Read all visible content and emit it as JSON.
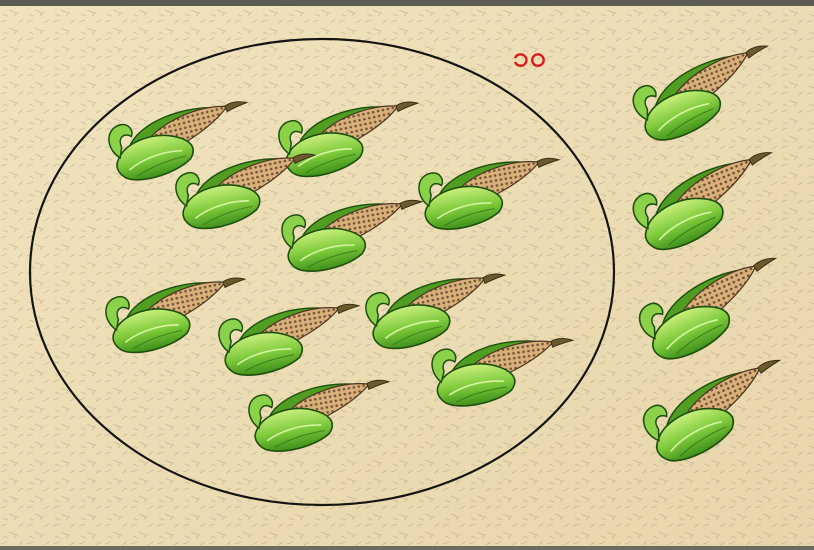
{
  "numeral": {
    "text": "၁၀"
  },
  "groups": [
    {
      "name": "circled-group",
      "count": 10
    },
    {
      "name": "outside-group",
      "count": 4
    }
  ],
  "colors": {
    "paper": "#eedfb7",
    "circle_stroke": "#151515",
    "numeral": "#e01818",
    "husk_light": "#a4e05c",
    "husk_dark": "#2f7a12",
    "kernels": "#b98b52"
  }
}
